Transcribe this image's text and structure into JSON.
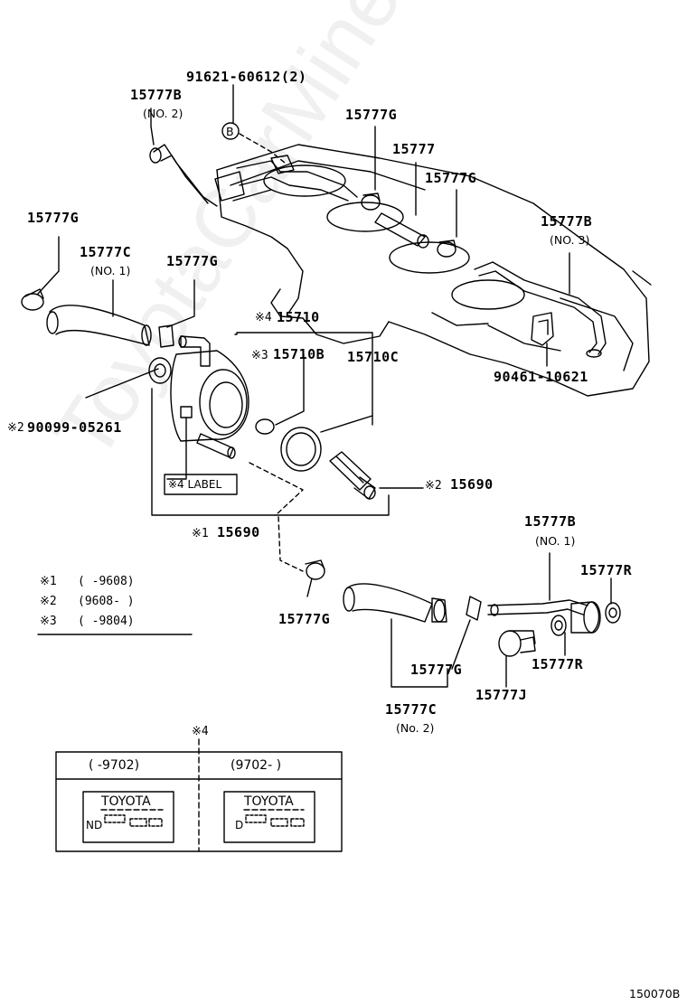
{
  "watermark": "ToyotaCarMine.ru",
  "callouts": {
    "bolt_91621": "91621-60612(2)",
    "hose_b_no2": "15777B",
    "hose_b_no2_sub": "(NO. 2)",
    "ref_b": "B",
    "clamp_g_top": "15777G",
    "hose_15777": "15777",
    "clamp_g_mid": "15777G",
    "hose_b_no3": "15777B",
    "hose_b_no3_sub": "(NO. 3)",
    "clamp_g_left": "15777G",
    "hose_c_no1": "15777C",
    "hose_c_no1_sub": "(NO. 1)",
    "clamp_g_left2": "15777G",
    "cooler_mark": "※4",
    "cooler": "15710",
    "oring_b_mark": "※3",
    "oring_b": "15710B",
    "oring_c": "15710C",
    "clip_90461": "90461-10621",
    "gasket_mark": "※2",
    "gasket": "90099-05261",
    "label_tag": "※4 LABEL",
    "bolt_15690_mark": "※2",
    "bolt_15690": "15690",
    "assy_mark": "※1",
    "assy_15690": "15690",
    "hose_b_no1": "15777B",
    "hose_b_no1_sub": "(NO. 1)",
    "washer_r_top": "15777R",
    "clamp_g_lower": "15777G",
    "clamp_g_lower2": "15777G",
    "washer_r_bottom": "15777R",
    "union_j": "15777J",
    "hose_c_no2": "15777C",
    "hose_c_no2_sub": "(No. 2)"
  },
  "notes": [
    {
      "mark": "※1",
      "range": "(      -9608)"
    },
    {
      "mark": "※2",
      "range": "(9608-      )"
    },
    {
      "mark": "※3",
      "range": "(      -9804)"
    }
  ],
  "label_table": {
    "mark": "※4",
    "col1_header": "(   -9702)",
    "col2_header": "(9702-    )",
    "col1_brand": "TOYOTA",
    "col1_prefix": "ND",
    "col2_brand": "TOYOTA",
    "col2_prefix": "D"
  },
  "figure_id": "150070B"
}
